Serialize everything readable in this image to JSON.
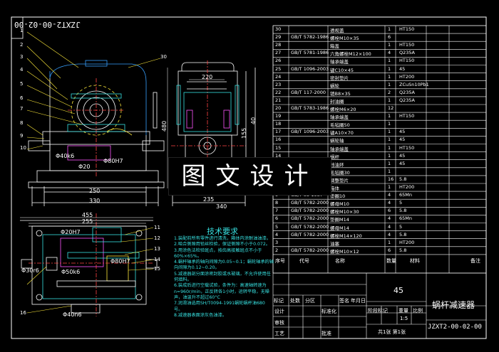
{
  "drawing": {
    "watermark": "图文设计",
    "code_top_left": "JZXT2-00-02-00",
    "code_bottom_right": "JZXT2-00-02-00",
    "title": "蜗杆减速器",
    "quantity": "45"
  },
  "dimensions": {
    "d250": "250",
    "d330": "330",
    "d220": "220",
    "d480": "480",
    "d155": "155",
    "d40": "40",
    "d235": "235",
    "d340": "340",
    "d455": "455",
    "d255": "255"
  },
  "fits": {
    "f1": "Φ40k6",
    "f2": "Φ20",
    "f3": "Φ80H7",
    "f4": "Φ20H7",
    "f5": "Φ30r6",
    "f6": "Φ50k6",
    "f7": "Φ40n6",
    "f8": "Φ80H7"
  },
  "requirements": {
    "title": "技术要求",
    "items": [
      "1.装配前所有零件进行清洗，箱体内涂耐油油漆。",
      "2.啮合侧隙用铅丝检验，保证侧隙不小于0.072。",
      "3.用涂色法检验斑点，按齿高接触斑点不小于60%×65%。",
      "4.蜗杆轴承的轴向间隙为0.05~0.1；蜗轮轴承的轴向间隙为0.12~0.20。",
      "5.减速器剖分面涂密封胶或水玻璃，不允许使用任何填料。",
      "6.装成后进行空载试验，条件为：高速轴转速为n=960r/min，正反转各1小时，运转平稳，无噪声，油温升不超过60°C",
      "7.润滑油选用SH/T0094-1991蜗轮蜗杆油680号。",
      "8.减速器表面涂灰色油漆。"
    ]
  },
  "balloons": [
    "1",
    "2",
    "3",
    "4",
    "5",
    "6",
    "7",
    "8",
    "9",
    "10",
    "11",
    "12",
    "13",
    "14",
    "15",
    "16",
    "30"
  ],
  "bom": {
    "rows": [
      {
        "no": "30",
        "std": "",
        "name": "透视盖",
        "qty": "1",
        "mat": "HT150"
      },
      {
        "no": "29",
        "std": "GB/T 5782-1986",
        "name": "螺栓M10×35",
        "qty": "6",
        "mat": ""
      },
      {
        "no": "28",
        "std": "",
        "name": "箱盖",
        "qty": "1",
        "mat": "HT150"
      },
      {
        "no": "27",
        "std": "GB/T 5781-1986",
        "name": "六角螺栓M12×100",
        "qty": "4",
        "mat": "Q235A"
      },
      {
        "no": "26",
        "std": "",
        "name": "轴承端盖",
        "qty": "1",
        "mat": "HT150"
      },
      {
        "no": "25",
        "std": "GB/T 1096-2003",
        "name": "键C10×45",
        "qty": "1",
        "mat": "45"
      },
      {
        "no": "24",
        "std": "",
        "name": "密封垫片",
        "qty": "1",
        "mat": "HT200"
      },
      {
        "no": "23",
        "std": "",
        "name": "蜗轮",
        "qty": "1",
        "mat": "ZCuSn10Pb1"
      },
      {
        "no": "22",
        "std": "GB/T 117-2000",
        "name": "销B8×35",
        "qty": "2",
        "mat": "Q235A"
      },
      {
        "no": "21",
        "std": "",
        "name": "封油圈",
        "qty": "1",
        "mat": "Q235A"
      },
      {
        "no": "20",
        "std": "GB/T 5783-1986",
        "name": "螺栓M6×20",
        "qty": "12",
        "mat": ""
      },
      {
        "no": "19",
        "std": "",
        "name": "轴承端盖",
        "qty": "1",
        "mat": "HT150"
      },
      {
        "no": "18",
        "std": "",
        "name": "毛毡圈50",
        "qty": "1",
        "mat": ""
      },
      {
        "no": "17",
        "std": "GB/T 1096-2003",
        "name": "键A10×70",
        "qty": "1",
        "mat": "45"
      },
      {
        "no": "16",
        "std": "",
        "name": "蜗轮轴",
        "qty": "1",
        "mat": "45"
      },
      {
        "no": "15",
        "std": "",
        "name": "轴承端盖",
        "qty": "1",
        "mat": "HT150"
      },
      {
        "no": "14",
        "std": "",
        "name": "蜗杆",
        "qty": "1",
        "mat": "45"
      },
      {
        "no": "13",
        "std": "",
        "name": "挡油环",
        "qty": "1",
        "mat": "45"
      },
      {
        "no": "12",
        "std": "",
        "name": "毛毡圈30",
        "qty": "1",
        "mat": ""
      },
      {
        "no": "11",
        "std": "",
        "name": "调整垫片",
        "qty": "16",
        "mat": "5.8"
      },
      {
        "no": "10",
        "std": "",
        "name": "箱体",
        "qty": "1",
        "mat": "HT200"
      },
      {
        "no": "9",
        "std": "GB/T 93-1987",
        "name": "垫圈10",
        "qty": "4",
        "mat": "65Mn"
      },
      {
        "no": "8",
        "std": "GB/T 5782-2000",
        "name": "螺母M10",
        "qty": "4",
        "mat": "5"
      },
      {
        "no": "7",
        "std": "GB/T 5782-2000",
        "name": "螺栓M10×30",
        "qty": "6",
        "mat": "5.8"
      },
      {
        "no": "6",
        "std": "GB/T 5782-2000",
        "name": "垫圈M14",
        "qty": "4",
        "mat": "65Mn"
      },
      {
        "no": "5",
        "std": "GB/T 5782-2000",
        "name": "螺母M14",
        "qty": "4",
        "mat": "5"
      },
      {
        "no": "4",
        "std": "GB/T 5782-2000",
        "name": "螺栓M14×120",
        "qty": "4",
        "mat": "5.8"
      },
      {
        "no": "3",
        "std": "",
        "name": "油塞",
        "qty": "1",
        "mat": "HT200"
      },
      {
        "no": "2",
        "std": "GB/T 5782-2000",
        "name": "螺栓M10×12",
        "qty": "6",
        "mat": "5.8"
      }
    ],
    "header": {
      "no": "序号",
      "std": "代号",
      "name": "名称",
      "qty": "数量",
      "mat": "材料",
      "note": "备注"
    }
  },
  "titleblock": {
    "mark": "标记",
    "count": "处数",
    "zone": "分区",
    "design": "设计",
    "check": "审核",
    "craft": "工艺",
    "approve": "批准",
    "std": "标准化",
    "sign": "签名",
    "date": "年月日",
    "stage": "阶段标记",
    "weight": "重量",
    "scale": "比例",
    "scale_val": "1:5",
    "sheets": "共1张 第1张"
  }
}
